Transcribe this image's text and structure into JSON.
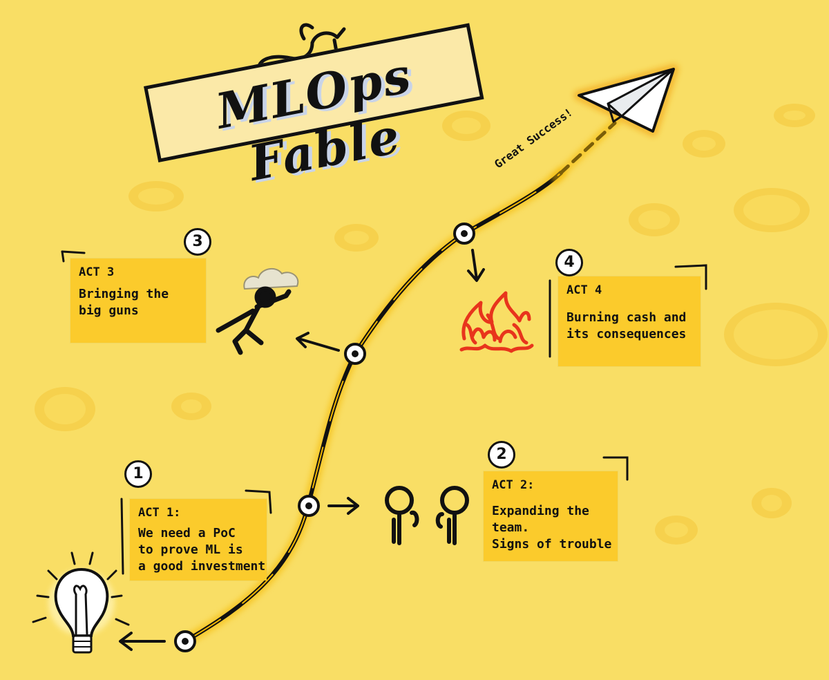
{
  "title": "MLOps Fable",
  "trajectory_label": "Great Success!",
  "acts": [
    {
      "badge": "1",
      "heading": "ACT 1:",
      "text": "We need a PoC\nto prove ML is\na good investment"
    },
    {
      "badge": "2",
      "heading": "ACT 2:",
      "text": "Expanding the team.\nSigns of trouble"
    },
    {
      "badge": "3",
      "heading": "ACT 3",
      "text": "Bringing the\nbig guns"
    },
    {
      "badge": "4",
      "heading": "ACT 4",
      "text": "Burning cash and\nits consequences"
    }
  ],
  "icons": [
    "unicorn-icon",
    "paper-plane-icon",
    "lightbulb-icon",
    "two-people-icon",
    "flying-hero-icon",
    "fire-icon"
  ],
  "colors": {
    "background": "#F9DE65",
    "sticky_note": "#FBCB2C",
    "path": "#111111",
    "path_glow": "#F5B800",
    "fire": "#E8341C",
    "plane_glow": "#F2A516"
  }
}
